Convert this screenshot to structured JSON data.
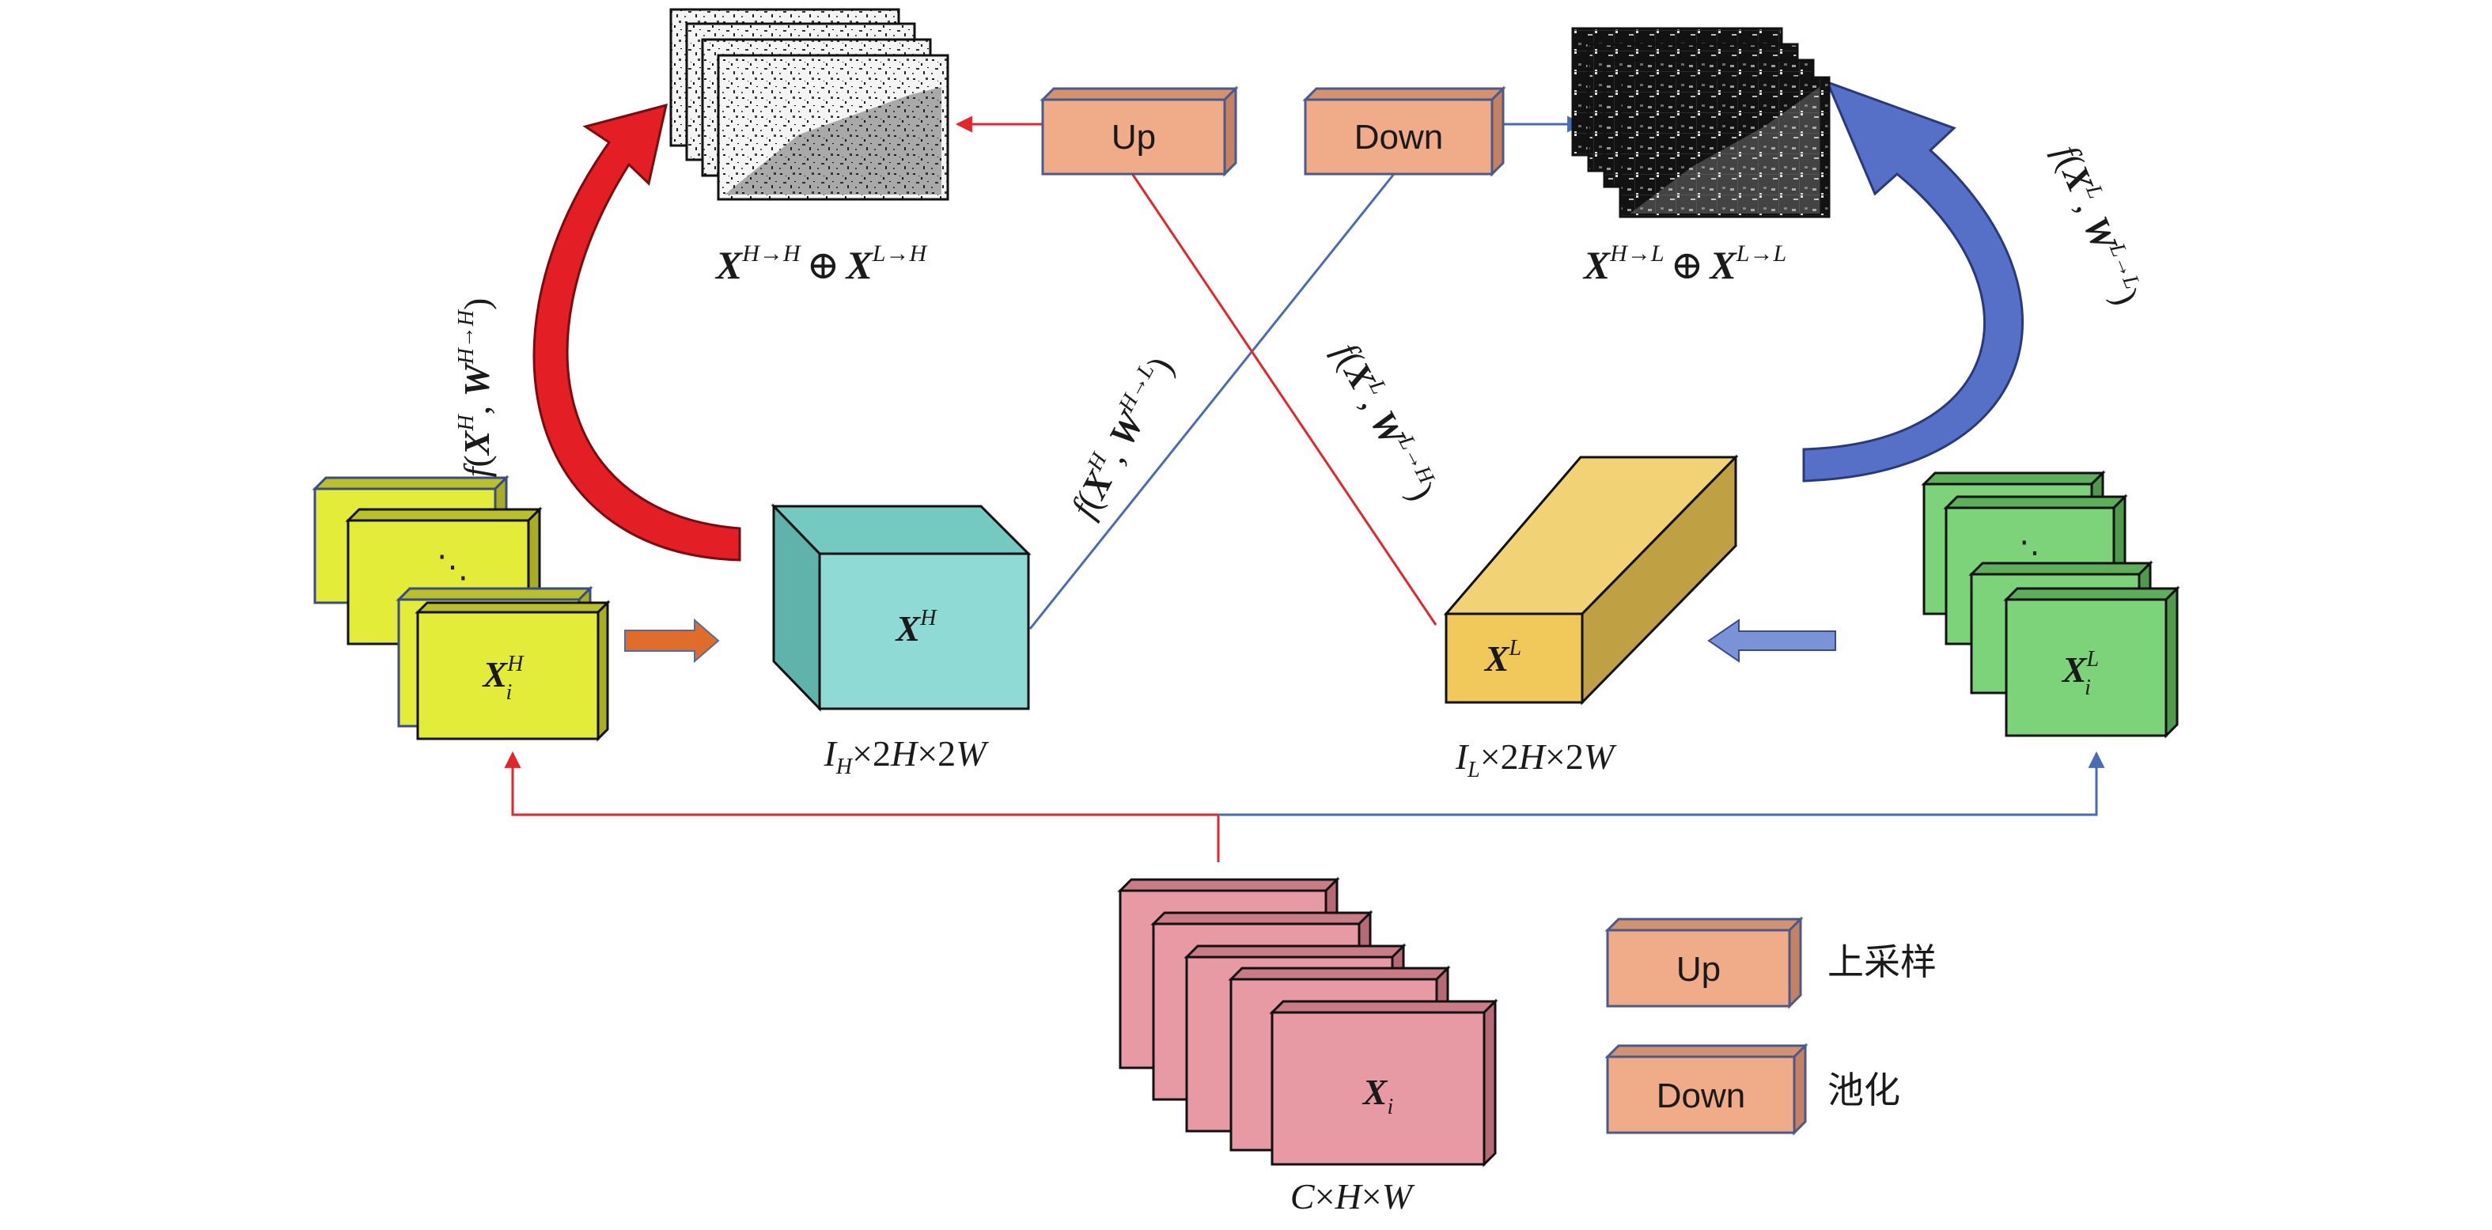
{
  "legend": [
    {
      "box_label": "Up",
      "meaning": "上采样"
    },
    {
      "box_label": "Down",
      "meaning": "池化"
    }
  ],
  "boxes": {
    "up": "Up",
    "down": "Down"
  },
  "outputs": {
    "high": {
      "a": "X",
      "a_sup": "H→H",
      "op": "⊕",
      "b": "X",
      "b_sup": "L→H"
    },
    "low": {
      "a": "X",
      "a_sup": "H→L",
      "op": "⊕",
      "b": "X",
      "b_sup": "L→L"
    }
  },
  "inputs": {
    "xi": {
      "sym": "X",
      "sub": "i"
    },
    "xi_high": {
      "sym": "X",
      "sup": "H",
      "sub": "i"
    },
    "xi_low": {
      "sym": "X",
      "sup": "L",
      "sub": "i"
    }
  },
  "features": {
    "xh": {
      "sym": "X",
      "sup": "H"
    },
    "xl": {
      "sym": "X",
      "sup": "L"
    }
  },
  "dimensions": {
    "input": {
      "c": "C",
      "x1": "×",
      "h": "H",
      "x2": "×",
      "w": "W"
    },
    "high": {
      "i": "I",
      "i_sub": "H",
      "rest": "×2",
      "h": "H",
      "rest2": "×2",
      "w": "W"
    },
    "low": {
      "i": "I",
      "i_sub": "L",
      "rest": "×2",
      "h": "H",
      "rest2": "×2",
      "w": "W"
    }
  },
  "functions": {
    "h_to_h": {
      "f": "f",
      "x": "X",
      "x_sup": "H",
      "w": "W",
      "w_sup": "H→H"
    },
    "h_to_l": {
      "f": "f",
      "x": "X",
      "x_sup": "H",
      "w": "W",
      "w_sup": "H→L"
    },
    "l_to_h": {
      "f": "f",
      "x": "X",
      "x_sup": "L",
      "w": "W",
      "w_sup": "L→H"
    },
    "l_to_l": {
      "f": "f",
      "x": "X",
      "x_sup": "L",
      "w": "W",
      "w_sup": "L→L"
    }
  },
  "colors": {
    "high_path": "#e3262c",
    "low_path": "#4a6bb5",
    "yellow_map": "#e4ec3a",
    "green_map": "#7dd37a",
    "pink_map": "#e79aa3",
    "cyan_cube": "#8fdad4",
    "gold_bar": "#f0c95a",
    "box_fill": "#f0ac88"
  }
}
